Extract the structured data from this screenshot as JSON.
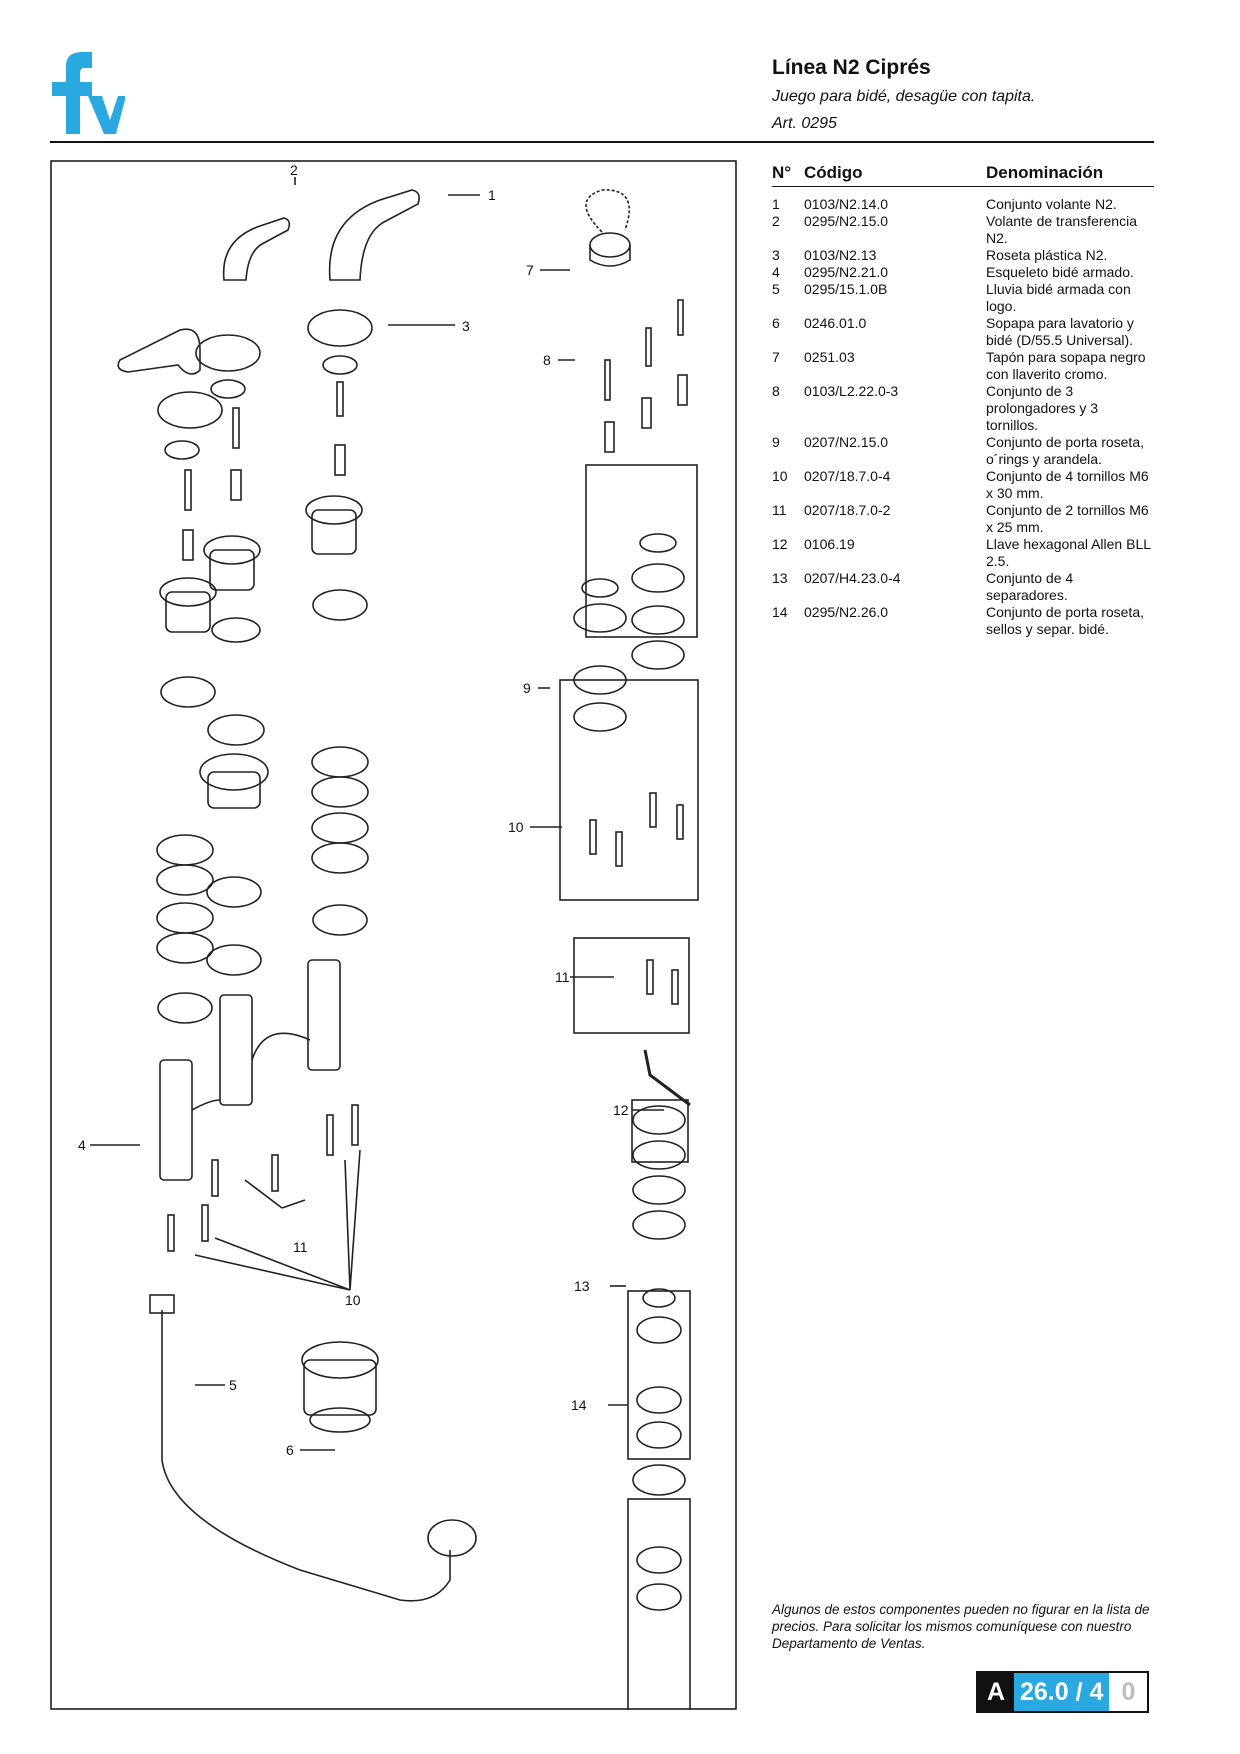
{
  "header": {
    "title": "Línea N2 Ciprés",
    "subtitle": "Juego para bidé, desagüe con tapita.",
    "article": "Art. 0295"
  },
  "logo": {
    "icon": "fv-logo-icon",
    "color": "#2aa8e0"
  },
  "parts_table": {
    "col_no": "N°",
    "col_code": "Código",
    "col_desc": "Denominación",
    "rows": [
      {
        "no": "1",
        "code": "0103/N2.14.0",
        "desc": "Conjunto volante N2."
      },
      {
        "no": "2",
        "code": "0295/N2.15.0",
        "desc": "Volante de transferencia N2."
      },
      {
        "no": "3",
        "code": "0103/N2.13",
        "desc": "Roseta plástica N2."
      },
      {
        "no": "4",
        "code": "0295/N2.21.0",
        "desc": "Esqueleto bidé armado."
      },
      {
        "no": "5",
        "code": "0295/15.1.0B",
        "desc": "Lluvia bidé armada con logo."
      },
      {
        "no": "6",
        "code": "0246.01.0",
        "desc": "Sopapa para lavatorio y bidé (D/55.5 Universal)."
      },
      {
        "no": "7",
        "code": "0251.03",
        "desc": "Tapón para sopapa negro con llaverito cromo."
      },
      {
        "no": "8",
        "code": "0103/L2.22.0-3",
        "desc": "Conjunto de 3 prolongadores y 3 tornillos."
      },
      {
        "no": "9",
        "code": "0207/N2.15.0",
        "desc": "Conjunto de porta roseta, o´rings y arandela."
      },
      {
        "no": "10",
        "code": "0207/18.7.0-4",
        "desc": "Conjunto de 4 tornillos M6 x 30 mm."
      },
      {
        "no": "11",
        "code": "0207/18.7.0-2",
        "desc": "Conjunto de 2 tornillos M6 x 25 mm."
      },
      {
        "no": "12",
        "code": "0106.19",
        "desc": "Llave hexagonal Allen BLL 2.5."
      },
      {
        "no": "13",
        "code": "0207/H4.23.0-4",
        "desc": "Conjunto de 4 separadores."
      },
      {
        "no": "14",
        "code": "0295/N2.26.0",
        "desc": "Conjunto de porta roseta, sellos y separ. bidé."
      }
    ]
  },
  "callouts": [
    "1",
    "2",
    "3",
    "4",
    "5",
    "6",
    "7",
    "8",
    "9",
    "10",
    "10",
    "11",
    "11",
    "12",
    "13",
    "14"
  ],
  "footnote": "Algunos de estos componentes pueden no figurar en la lista de precios. Para solicitar los mismos comuníquese con nuestro Departamento de Ventas.",
  "page_badge": {
    "letter": "A",
    "code": "26.0 / 4",
    "revision": "0",
    "code_color": "#2aa8e0",
    "revision_color": "#bdbdbd"
  }
}
